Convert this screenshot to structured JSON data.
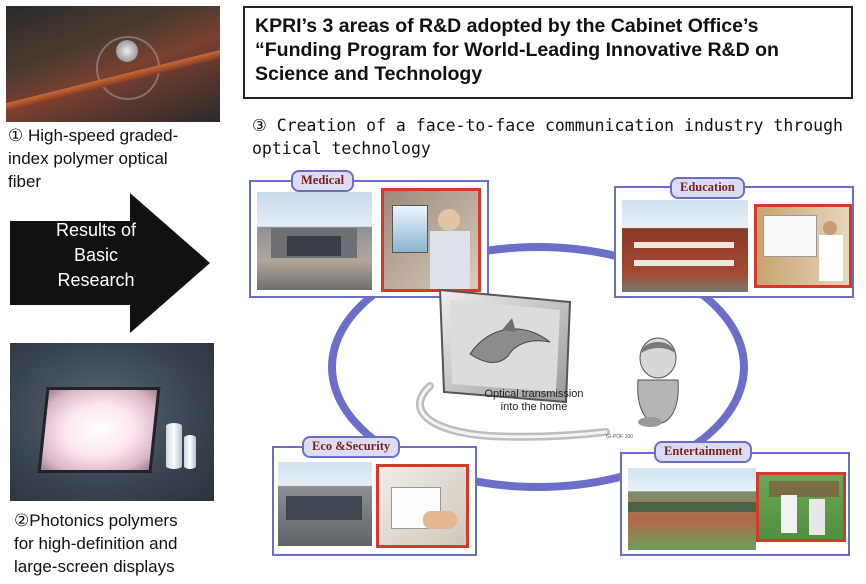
{
  "title": {
    "line1": "KPRI’s  3 areas of R&D adopted by the Cabinet Office’s",
    "line2": "“Funding  Program for World-Leading Innovative R&D on",
    "line3": "Science and Technology"
  },
  "left": {
    "caption1_lines": [
      "① High-speed graded-",
      "index polymer optical",
      "fiber"
    ],
    "arrow_lines": [
      "Results of",
      "Basic",
      "Research"
    ],
    "caption2_lines": [
      "②Photonics polymers",
      "for high-definition and",
      "large-screen displays"
    ]
  },
  "right": {
    "subtitle_lines": [
      "③ Creation of a face-to-face communication industry through",
      "optical technology"
    ],
    "categories": {
      "medical": "Medical",
      "education": "Education",
      "eco_security": "Eco &Security",
      "entertainment": "Entertainment"
    },
    "center_caption_lines": [
      "Optical transmission",
      "into the home"
    ],
    "tiny_label": "GI-POF 100"
  },
  "colors": {
    "ring": "#6b6fc9",
    "panel_border": "#6a6fc4",
    "photo_frame": "#d43a2a",
    "arrow": "#111111"
  }
}
